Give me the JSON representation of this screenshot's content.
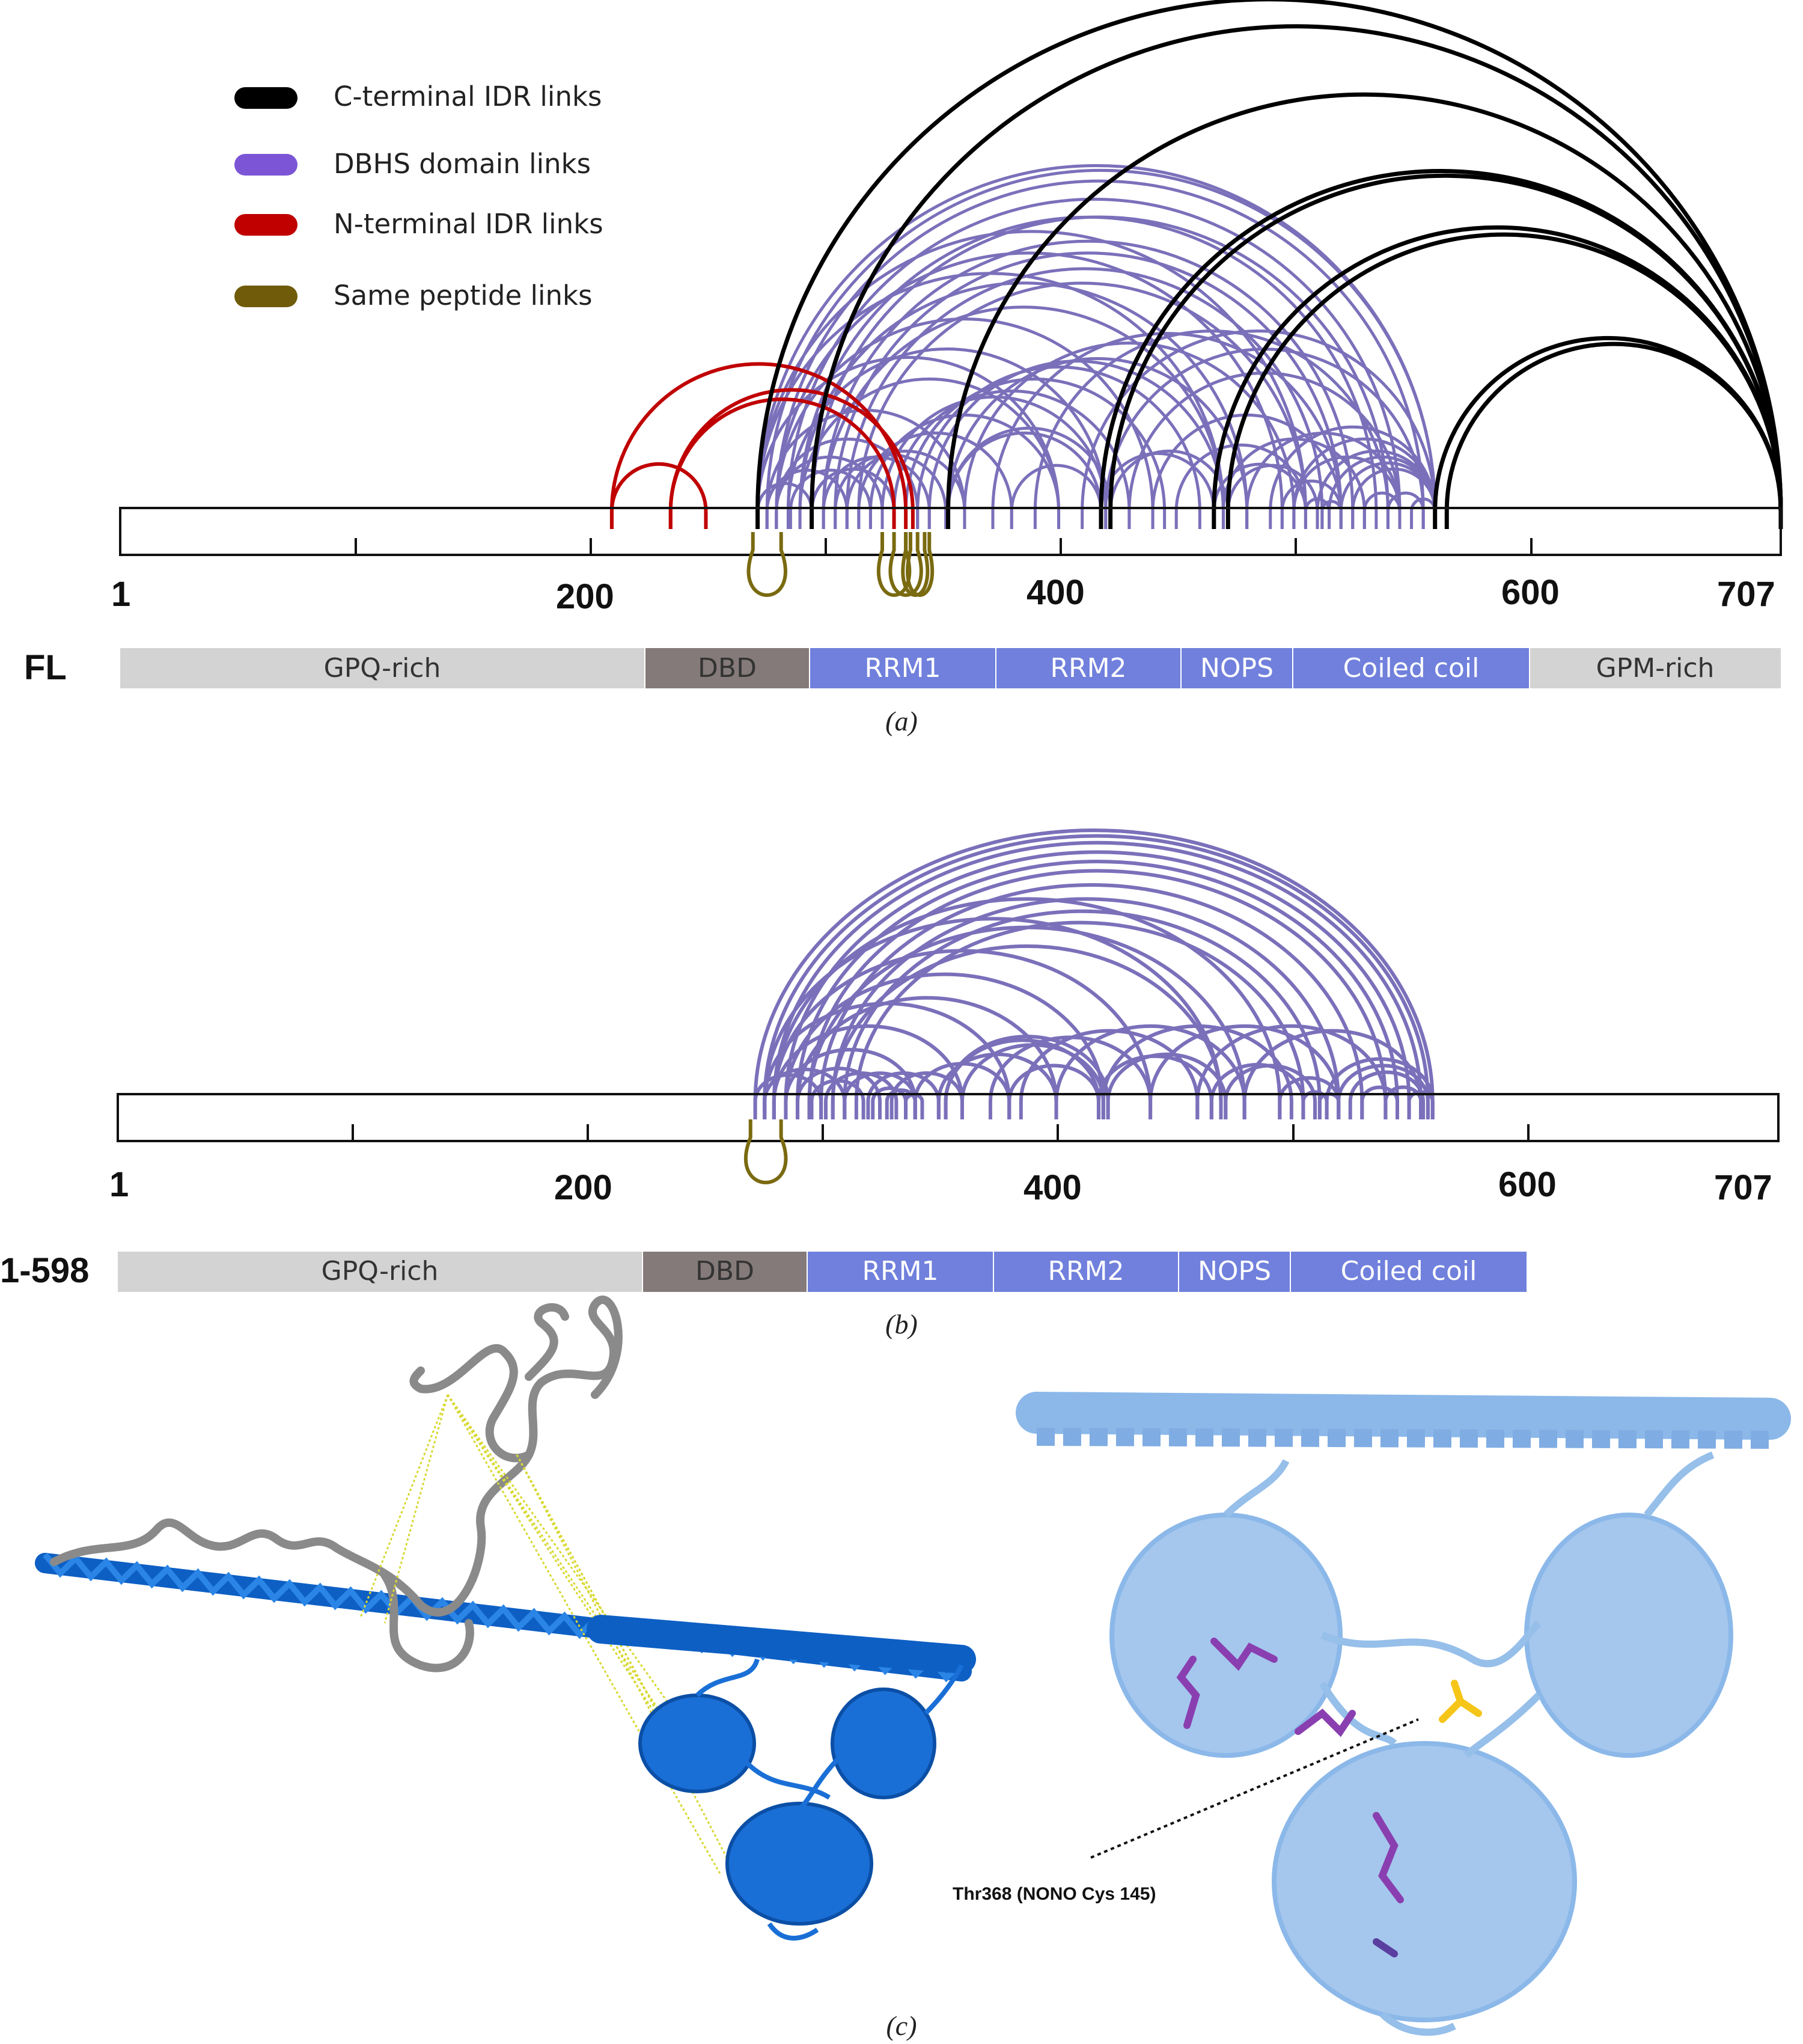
{
  "legend": [
    {
      "label": "C-terminal IDR links",
      "color": "#000000"
    },
    {
      "label": "DBHS domain links",
      "color": "#7b55d6"
    },
    {
      "label": "N-terminal IDR links",
      "color": "#c00000"
    },
    {
      "label": "Same peptide links",
      "color": "#6f5b0a"
    }
  ],
  "colors": {
    "dbhs_arc": "#7a70ba",
    "cterm": "#000000",
    "nterm": "#c00000",
    "same": "#7a6a10",
    "domain_blue": "#7080dc",
    "domain_gray": "#d3d3d3",
    "domain_dark": "#857a7a"
  },
  "panel_a": {
    "row_label": "FL",
    "caption": "(a)",
    "ticks": [
      "1",
      "200",
      "400",
      "600",
      "707"
    ],
    "domains": [
      "GPQ-rich",
      "DBD",
      "RRM1",
      "RRM2",
      "NOPS",
      "Coiled coil",
      "GPM-rich"
    ]
  },
  "panel_b": {
    "row_label": "1-598",
    "caption": "(b)",
    "ticks": [
      "1",
      "200",
      "400",
      "600",
      "707"
    ],
    "domains": [
      "GPQ-rich",
      "DBD",
      "RRM1",
      "RRM2",
      "NOPS",
      "Coiled coil"
    ]
  },
  "panel_c": {
    "caption": "(c)",
    "annotation": "Thr368 (NONO Cys 145)"
  },
  "links_a": {
    "cterm": [
      [
        272,
        707
      ],
      [
        295,
        707
      ],
      [
        353,
        707
      ],
      [
        418,
        707
      ],
      [
        422,
        707
      ],
      [
        466,
        707
      ],
      [
        472,
        707
      ],
      [
        560,
        707
      ],
      [
        565,
        707
      ]
    ],
    "dbhs": [
      [
        272,
        560
      ],
      [
        276,
        560
      ],
      [
        280,
        555
      ],
      [
        285,
        545
      ],
      [
        290,
        535
      ],
      [
        295,
        540
      ],
      [
        300,
        525
      ],
      [
        305,
        520
      ],
      [
        310,
        512
      ],
      [
        315,
        505
      ],
      [
        272,
        505
      ],
      [
        280,
        495
      ],
      [
        290,
        480
      ],
      [
        300,
        470
      ],
      [
        272,
        470
      ],
      [
        280,
        440
      ],
      [
        285,
        420
      ],
      [
        290,
        400
      ],
      [
        272,
        400
      ],
      [
        276,
        360
      ],
      [
        280,
        340
      ],
      [
        286,
        320
      ],
      [
        295,
        330
      ],
      [
        300,
        345
      ],
      [
        305,
        352
      ],
      [
        310,
        360
      ],
      [
        315,
        380
      ],
      [
        320,
        400
      ],
      [
        325,
        420
      ],
      [
        330,
        430
      ],
      [
        335,
        445
      ],
      [
        340,
        460
      ],
      [
        345,
        470
      ],
      [
        353,
        480
      ],
      [
        360,
        500
      ],
      [
        372,
        520
      ],
      [
        390,
        540
      ],
      [
        410,
        560
      ],
      [
        420,
        555
      ],
      [
        430,
        545
      ],
      [
        440,
        520
      ],
      [
        450,
        505
      ],
      [
        470,
        530
      ],
      [
        480,
        545
      ],
      [
        490,
        560
      ],
      [
        500,
        560
      ],
      [
        272,
        295
      ],
      [
        276,
        310
      ],
      [
        280,
        325
      ],
      [
        295,
        330
      ],
      [
        353,
        418
      ],
      [
        353,
        422
      ],
      [
        380,
        418
      ],
      [
        418,
        466
      ],
      [
        422,
        472
      ],
      [
        466,
        505
      ],
      [
        472,
        510
      ],
      [
        495,
        520
      ],
      [
        505,
        515
      ],
      [
        512,
        520
      ],
      [
        515,
        560
      ],
      [
        520,
        560
      ],
      [
        525,
        560
      ],
      [
        530,
        545
      ],
      [
        540,
        555
      ],
      [
        550,
        560
      ],
      [
        510,
        560
      ],
      [
        500,
        545
      ]
    ],
    "nterm": [
      [
        210,
        250
      ],
      [
        210,
        335
      ],
      [
        235,
        330
      ],
      [
        235,
        338
      ]
    ],
    "same": [
      [
        270,
        282
      ],
      [
        325,
        335
      ],
      [
        330,
        340
      ],
      [
        335,
        343
      ],
      [
        337,
        345
      ]
    ]
  },
  "links_b": {
    "dbhs": [
      [
        272,
        560
      ],
      [
        276,
        558
      ],
      [
        280,
        555
      ],
      [
        285,
        550
      ],
      [
        290,
        545
      ],
      [
        295,
        540
      ],
      [
        300,
        530
      ],
      [
        305,
        520
      ],
      [
        310,
        512
      ],
      [
        315,
        505
      ],
      [
        280,
        495
      ],
      [
        295,
        480
      ],
      [
        305,
        470
      ],
      [
        276,
        470
      ],
      [
        280,
        440
      ],
      [
        285,
        420
      ],
      [
        290,
        400
      ],
      [
        276,
        380
      ],
      [
        280,
        360
      ],
      [
        285,
        340
      ],
      [
        290,
        325
      ],
      [
        296,
        318
      ],
      [
        302,
        332
      ],
      [
        310,
        340
      ],
      [
        320,
        350
      ],
      [
        330,
        360
      ],
      [
        340,
        380
      ],
      [
        350,
        400
      ],
      [
        360,
        420
      ],
      [
        372,
        440
      ],
      [
        385,
        460
      ],
      [
        400,
        480
      ],
      [
        420,
        500
      ],
      [
        440,
        520
      ],
      [
        460,
        540
      ],
      [
        480,
        555
      ],
      [
        418,
        466
      ],
      [
        422,
        472
      ],
      [
        466,
        505
      ],
      [
        472,
        510
      ],
      [
        495,
        520
      ],
      [
        505,
        515
      ],
      [
        512,
        520
      ],
      [
        515,
        560
      ],
      [
        520,
        558
      ],
      [
        525,
        556
      ],
      [
        530,
        545
      ],
      [
        540,
        555
      ],
      [
        550,
        560
      ],
      [
        353,
        418
      ],
      [
        353,
        422
      ],
      [
        380,
        418
      ],
      [
        322,
        336
      ],
      [
        328,
        340
      ],
      [
        336,
        343
      ],
      [
        272,
        300
      ],
      [
        276,
        310
      ]
    ],
    "same": [
      [
        270,
        283
      ]
    ]
  }
}
